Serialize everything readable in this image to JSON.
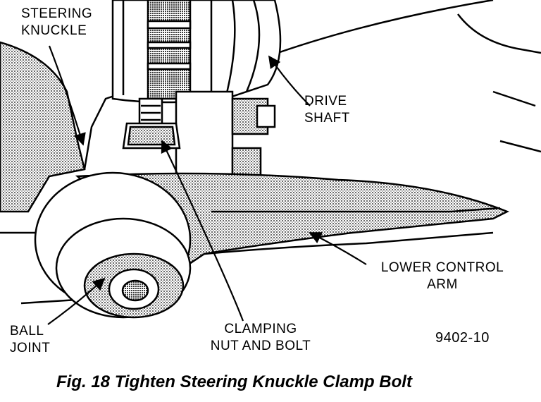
{
  "labels": {
    "steering_knuckle": [
      "STEERING",
      "KNUCKLE"
    ],
    "drive_shaft": [
      "DRIVE",
      "SHAFT"
    ],
    "lower_control_arm": [
      "LOWER CONTROL",
      "ARM"
    ],
    "ball_joint": [
      "BALL",
      "JOINT"
    ],
    "clamping_nut_and_bolt": [
      "CLAMPING",
      "NUT AND BOLT"
    ]
  },
  "figure_code": "9402-10",
  "caption": "Fig. 18 Tighten Steering Knuckle Clamp Bolt"
}
